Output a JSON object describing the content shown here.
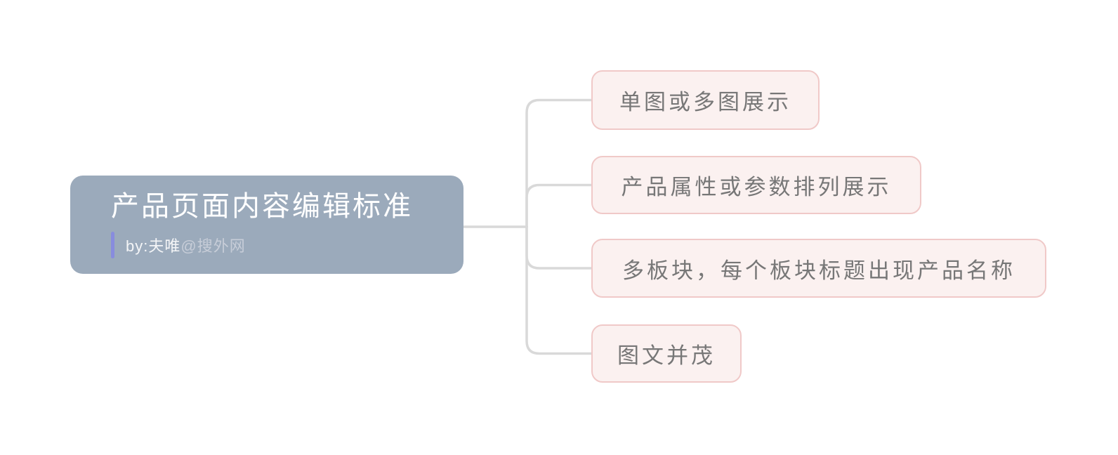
{
  "diagram": {
    "type": "mindmap",
    "root": {
      "title": "产品页面内容编辑标准",
      "byline_author": "by:夫唯",
      "byline_site": "@搜外网"
    },
    "children": [
      {
        "label": "单图或多图展示"
      },
      {
        "label": "产品属性或参数排列展示"
      },
      {
        "label": "多板块，每个板块标题出现产品名称"
      },
      {
        "label": "图文并茂"
      }
    ],
    "colors": {
      "root_fill": "#9BAABB",
      "root_title_text": "#FFFFFF",
      "byline_accent_bar": "#888CDE",
      "byline_site_text": "#C7CDD8",
      "child_fill": "#FBF1F0",
      "child_border": "#F0C9C8",
      "child_text": "#777777",
      "connector": "#D9D9D9",
      "background": "#FFFFFF"
    }
  }
}
